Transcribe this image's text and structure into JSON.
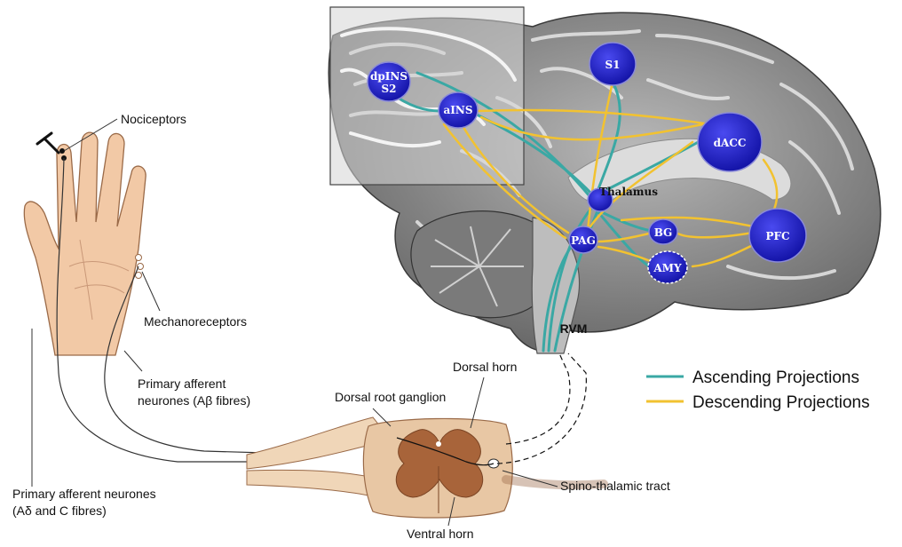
{
  "brain": {
    "nodes": [
      {
        "id": "dpins",
        "line1": "dpINS",
        "line2": "S2"
      },
      {
        "id": "ains",
        "line1": "aINS"
      },
      {
        "id": "s1",
        "line1": "S1"
      },
      {
        "id": "dacc",
        "line1": "dACC"
      },
      {
        "id": "thalamus",
        "line1": "Thalamus"
      },
      {
        "id": "bg",
        "line1": "BG"
      },
      {
        "id": "pag",
        "line1": "PAG"
      },
      {
        "id": "amy",
        "line1": "AMY"
      },
      {
        "id": "pfc",
        "line1": "PFC"
      }
    ],
    "rvm_label": "RVM"
  },
  "legend": {
    "ascending": {
      "label": "Ascending Projections",
      "color": "#3aa8a4"
    },
    "descending": {
      "label": "Descending Projections",
      "color": "#f2c230"
    }
  },
  "hand_labels": {
    "nociceptors": "Nociceptors",
    "mechanoreceptors": "Mechanoreceptors",
    "primary_ab_line1": "Primary afferent",
    "primary_ab_line2": "neurones (Aβ fibres)",
    "primary_ac_line1": "Primary afferent neurones",
    "primary_ac_line2": "(Aδ and C fibres)"
  },
  "spinal_labels": {
    "dorsal_horn": "Dorsal horn",
    "dorsal_root_ganglion": "Dorsal root ganglion",
    "spino_thalamic": "Spino-thalamic tract",
    "ventral_horn": "Ventral horn"
  },
  "colors": {
    "node_fill": "#2424c8",
    "node_stroke": "#8a8ad8",
    "skin": "#f2c9a6",
    "skin_stroke": "#9a6a48",
    "cord_light": "#e8c7a4",
    "cord_dark": "#a8643a"
  }
}
